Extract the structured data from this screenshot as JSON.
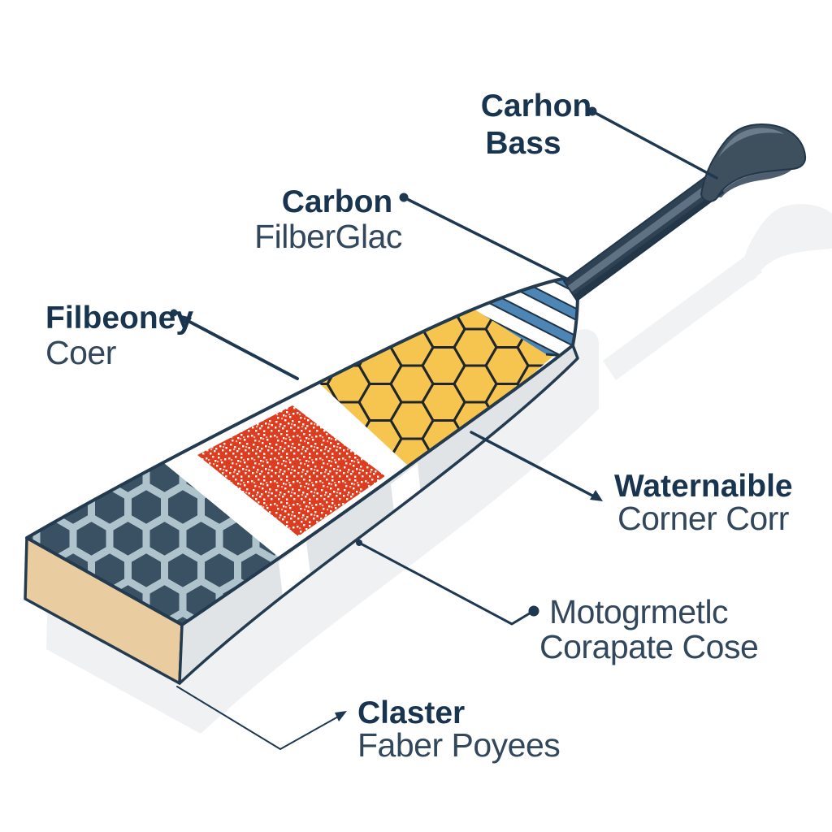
{
  "diagram": {
    "subject": "paddle-materials-cutaway-diagram",
    "background": "#ffffff"
  },
  "labels": [
    {
      "line1": "Carhon",
      "line2": "Bass"
    },
    {
      "line1": "Carbon",
      "line2": "FilberGlac"
    },
    {
      "line1": "Filbeoney",
      "line2": "Coer"
    },
    {
      "line1": "Waternaible",
      "line2": "Corner Corr"
    },
    {
      "line1": "Motogrmetlc",
      "line2": "Corapate Cose"
    },
    {
      "line1": "Claster",
      "line2": "Faber Poyees"
    }
  ],
  "sections": [
    {
      "name": "dark-hexagon-core"
    },
    {
      "name": "white-divider"
    },
    {
      "name": "red-weave-layer"
    },
    {
      "name": "white-divider"
    },
    {
      "name": "yellow-honeycomb-layer"
    },
    {
      "name": "blue-stripe-laminate"
    },
    {
      "name": "shaft"
    },
    {
      "name": "t-grip-handle"
    }
  ],
  "colors": {
    "label_bold": "#18344f",
    "label_regular": "#33475c",
    "leader": "#1d3850",
    "outline": "#243a4f",
    "shaft": "#2f4254",
    "shaft_highlight": "#5e7284",
    "handle": "#3e4f5e",
    "handle_highlight": "#6b7d8c",
    "blade_side": "#e0e4e7",
    "end_cap_tan": "#e9cda0",
    "hex_dark_fill": "#3a5164",
    "hex_dark_lines": "#aec3cb",
    "honeycomb_yellow": "#f5c54f",
    "honeycomb_lines": "#20262e",
    "weave_red": "#dd3d1e",
    "weave_speckle": "#ffffff",
    "stripe_blue": "#4d86b4",
    "stripe_white": "#ffffff",
    "shadow": "#edeff1"
  }
}
